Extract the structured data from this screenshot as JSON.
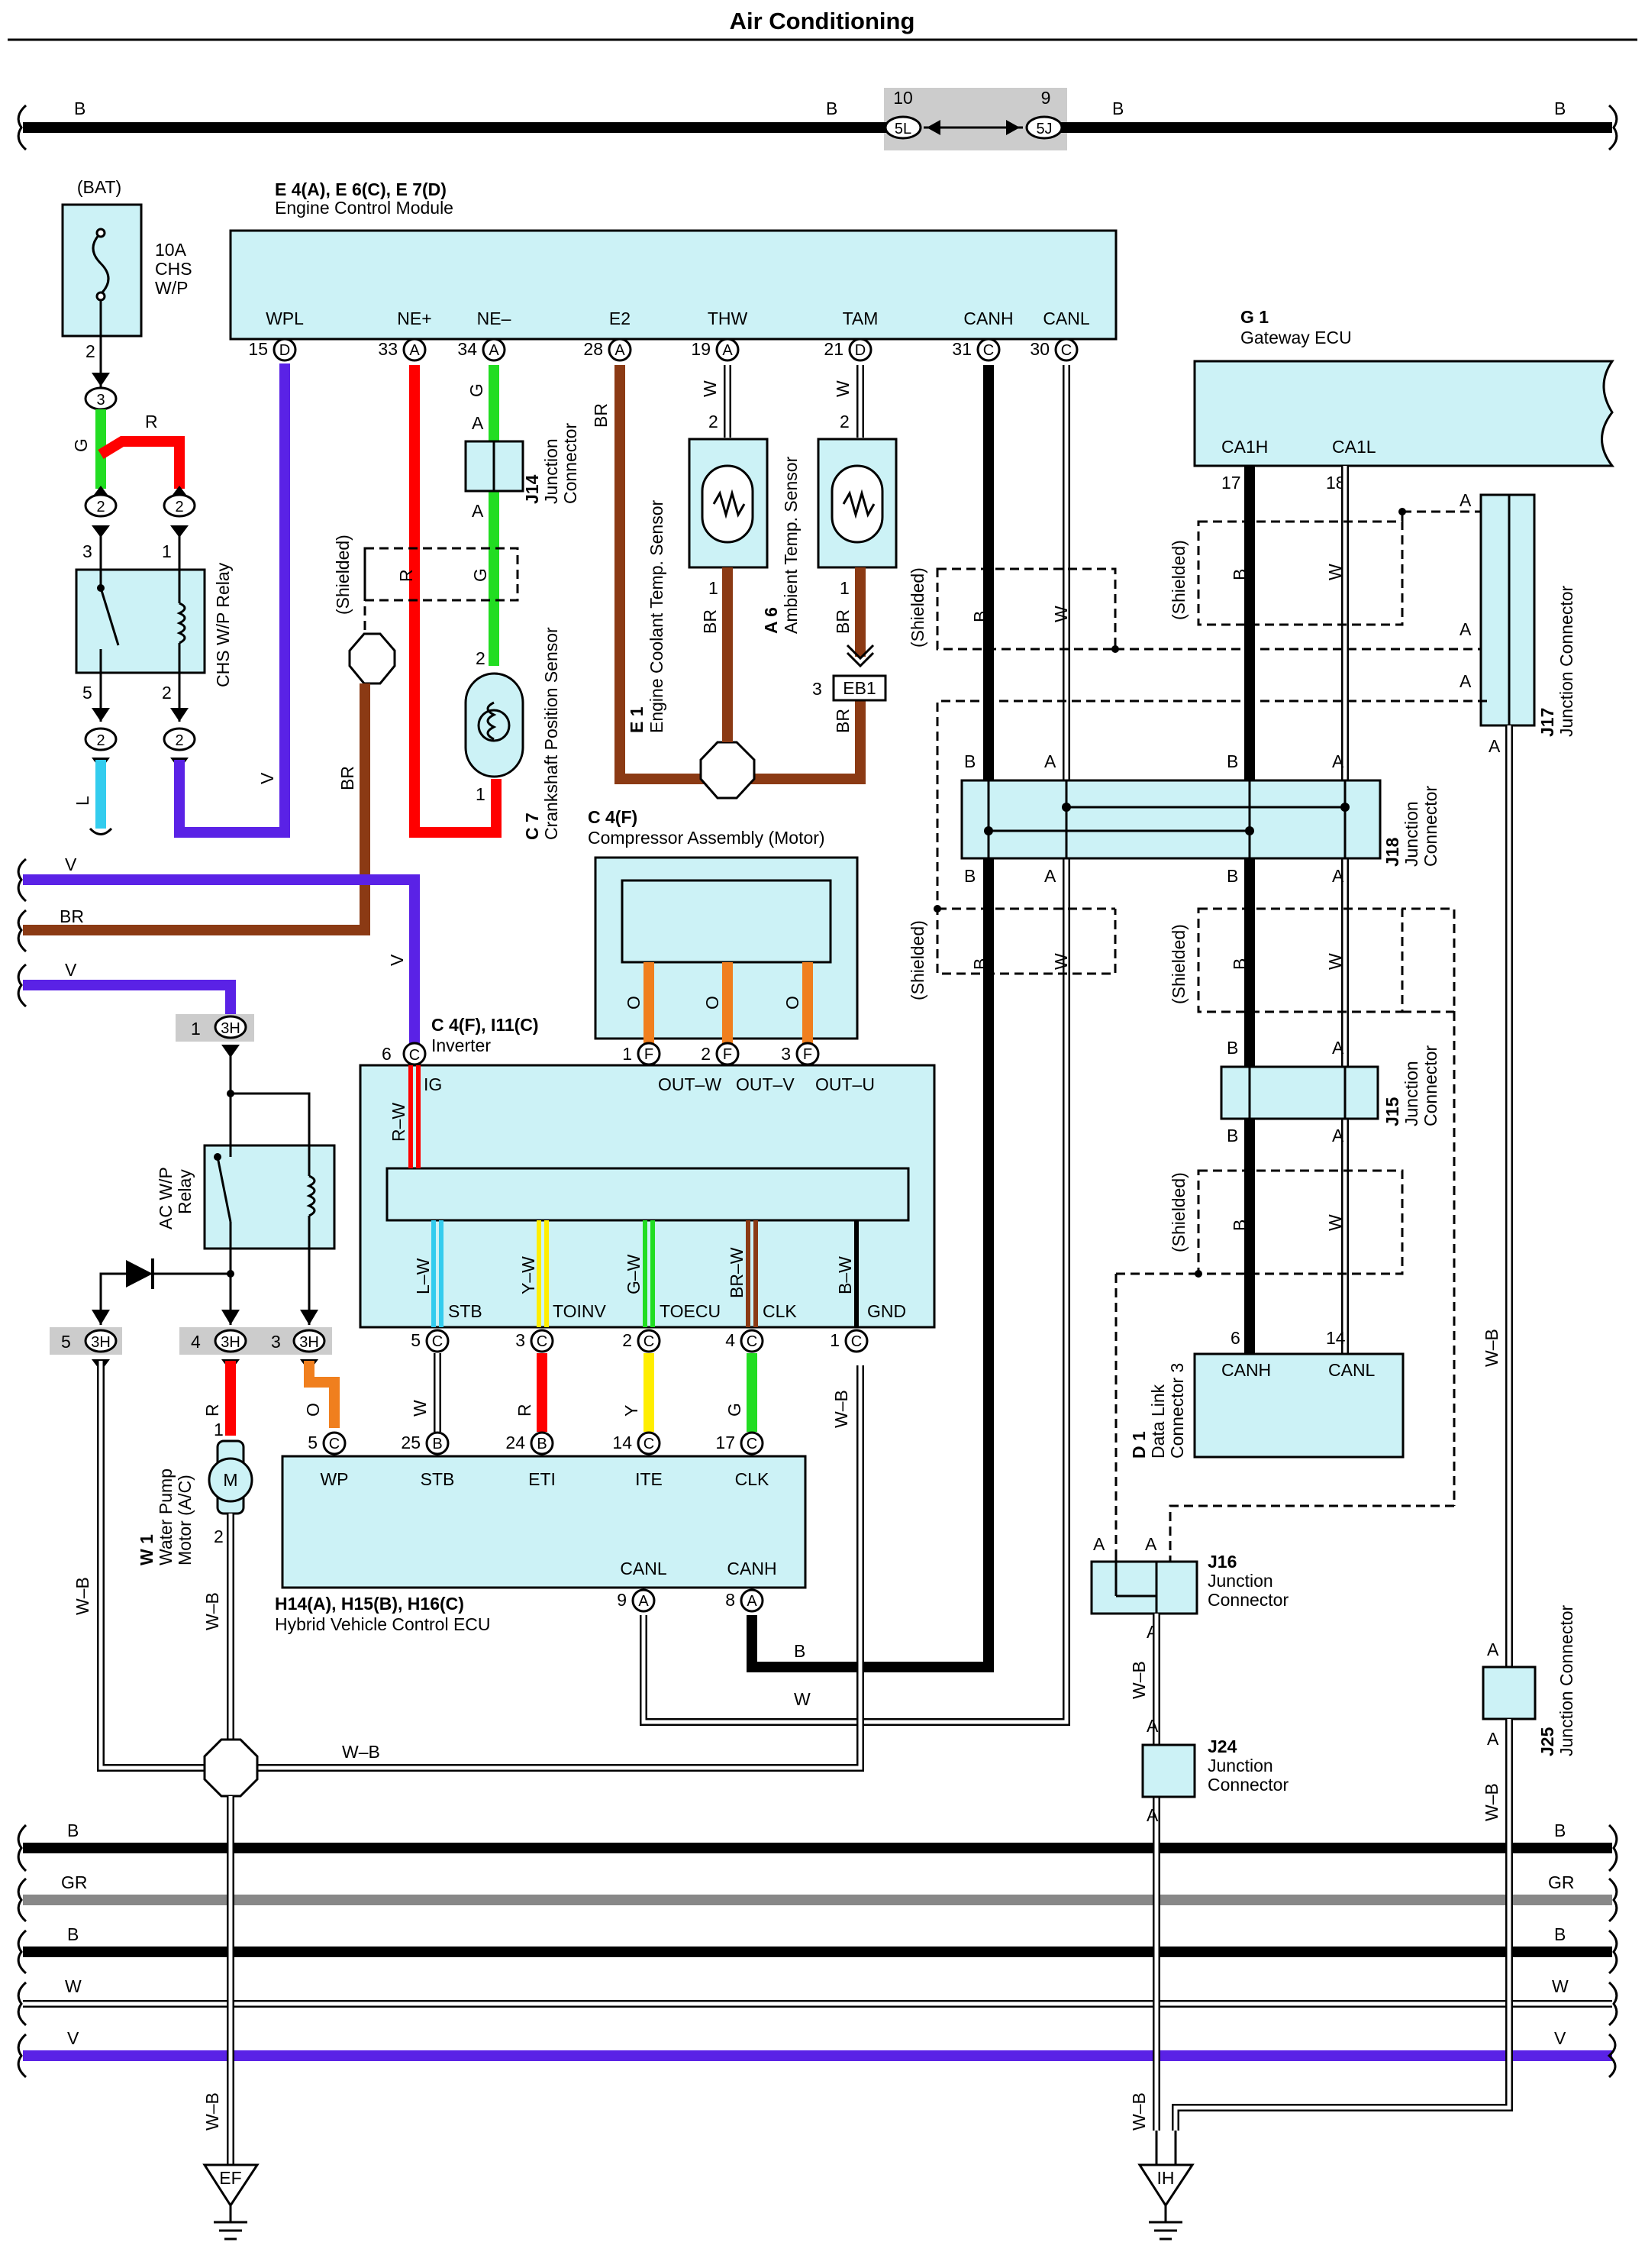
{
  "title": "Air Conditioning",
  "colors": {
    "black": "#000000",
    "red": "#ff0000",
    "green": "#22dd22",
    "violet": "#5a22e6",
    "brown": "#8b3a14",
    "orange": "#f07f1e",
    "yellow": "#ffee00",
    "skyblue": "#33ccee",
    "gray": "#888888",
    "box_fill": "#ccf2f6"
  },
  "wire_codes": {
    "b": "B",
    "v": "V",
    "br": "BR",
    "r": "R",
    "g": "G",
    "w": "W",
    "l": "L",
    "o": "O",
    "y": "Y",
    "gr": "GR",
    "wb": "W–B",
    "rw": "R–W",
    "lw": "L–W",
    "yw": "Y–W",
    "gw": "G–W",
    "brw": "BR–W",
    "bw": "B–W"
  },
  "top_connector": {
    "left_pin": "10",
    "left_code": "5L",
    "right_pin": "9",
    "right_code": "5J"
  },
  "bat": {
    "label": "(BAT)",
    "fuse_rating": "10A",
    "fuse_name1": "CHS",
    "fuse_name2": "W/P",
    "pin": "2",
    "conn": "3"
  },
  "chs_relay": {
    "label": "CHS W/P Relay",
    "pin_tl": "3",
    "pin_tr": "1",
    "pin_bl": "5",
    "pin_br": "2",
    "conn": "2"
  },
  "ecm": {
    "refs": "E 4(A), E 6(C), E 7(D)",
    "name": "Engine Control Module",
    "terminals": [
      {
        "name": "WPL",
        "num": "15",
        "conn": "D"
      },
      {
        "name": "NE+",
        "num": "33",
        "conn": "A"
      },
      {
        "name": "NE–",
        "num": "34",
        "conn": "A"
      },
      {
        "name": "E2",
        "num": "28",
        "conn": "A"
      },
      {
        "name": "THW",
        "num": "19",
        "conn": "A"
      },
      {
        "name": "TAM",
        "num": "21",
        "conn": "D"
      },
      {
        "name": "CANH",
        "num": "31",
        "conn": "C"
      },
      {
        "name": "CANL",
        "num": "30",
        "conn": "C"
      }
    ]
  },
  "j14": {
    "id": "J14",
    "name1": "Junction",
    "name2": "Connector",
    "pin": "A"
  },
  "c7": {
    "id": "C 7",
    "name": "Crankshaft Position Sensor",
    "pin_top": "2",
    "pin_bot": "1"
  },
  "e1": {
    "id": "E 1",
    "name": "Engine Coolant Temp. Sensor",
    "pin_top": "2",
    "pin_bot": "1"
  },
  "a6": {
    "id": "A 6",
    "name": "Ambient Temp. Sensor",
    "pin_top": "2",
    "pin_bot": "1",
    "conn_pin": "3",
    "conn": "EB1"
  },
  "shielded": "(Shielded)",
  "gateway": {
    "id": "G 1",
    "name": "Gateway ECU",
    "t1": "CA1H",
    "t2": "CA1L",
    "p1": "17",
    "p2": "18"
  },
  "j17": {
    "id": "J17",
    "name": "Junction Connector",
    "pin": "A"
  },
  "j18": {
    "id": "J18",
    "name1": "Junction",
    "name2": "Connector",
    "pin_a": "A",
    "pin_b": "B"
  },
  "j15": {
    "id": "J15",
    "name1": "Junction",
    "name2": "Connector",
    "pin_a": "A",
    "pin_b": "B"
  },
  "dlc": {
    "id": "D 1",
    "name1": "Data Link",
    "name2": "Connector 3",
    "t1": "CANH",
    "t2": "CANL",
    "p1": "6",
    "p2": "14"
  },
  "compressor": {
    "id": "C 4(F)",
    "name": "Compressor Assembly (Motor)",
    "pins": [
      {
        "num": "1",
        "conn": "F"
      },
      {
        "num": "2",
        "conn": "F"
      },
      {
        "num": "3",
        "conn": "F"
      }
    ]
  },
  "inverter": {
    "refs": "C 4(F), I11(C)",
    "name": "Inverter",
    "ig_pin": "6",
    "ig_conn": "C",
    "top_terms": [
      "IG",
      "OUT–W",
      "OUT–V",
      "OUT–U"
    ],
    "bottom_terms": [
      {
        "name": "STB",
        "num": "5",
        "conn": "C"
      },
      {
        "name": "TOINV",
        "num": "3",
        "conn": "C"
      },
      {
        "name": "TOECU",
        "num": "2",
        "conn": "C"
      },
      {
        "name": "CLK",
        "num": "4",
        "conn": "C"
      },
      {
        "name": "GND",
        "num": "1",
        "conn": "C"
      }
    ]
  },
  "ac_relay": {
    "name1": "AC W/P",
    "name2": "Relay",
    "conn": "3H",
    "pin_top": "1",
    "pin_left": "5",
    "pin_mid": "4",
    "pin_right": "3"
  },
  "w1": {
    "id": "W 1",
    "name1": "Water Pump",
    "name2": "Motor (A/C)",
    "motor": "M",
    "pin_top": "1",
    "pin_bot": "2"
  },
  "hv_ecu": {
    "refs": "H14(A), H15(B), H16(C)",
    "name": "Hybrid Vehicle Control ECU",
    "top_terms": [
      {
        "name": "WP",
        "num": "5",
        "conn": "C"
      },
      {
        "name": "STB",
        "num": "25",
        "conn": "B"
      },
      {
        "name": "ETI",
        "num": "24",
        "conn": "B"
      },
      {
        "name": "ITE",
        "num": "14",
        "conn": "C"
      },
      {
        "name": "CLK",
        "num": "17",
        "conn": "C"
      }
    ],
    "bottom_terms": [
      {
        "name": "CANL",
        "num": "9",
        "conn": "A"
      },
      {
        "name": "CANH",
        "num": "8",
        "conn": "A"
      }
    ]
  },
  "j16": {
    "id": "J16",
    "name1": "Junction",
    "name2": "Connector",
    "pin": "A"
  },
  "j24": {
    "id": "J24",
    "name1": "Junction",
    "name2": "Connector",
    "pin": "A"
  },
  "j25": {
    "id": "J25",
    "name": "Junction Connector",
    "pin": "A"
  },
  "grounds": {
    "left": "EF",
    "right": "IH"
  }
}
